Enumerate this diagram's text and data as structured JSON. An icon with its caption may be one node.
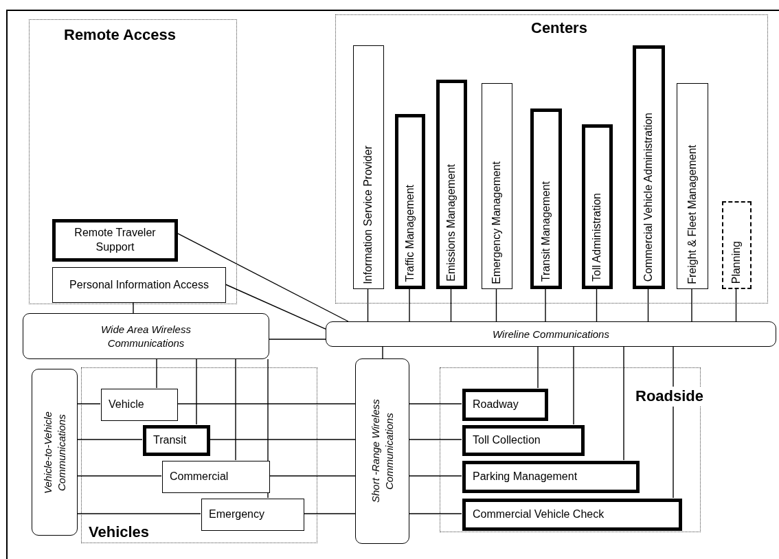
{
  "diagram": {
    "nodes": [
      {
        "text": [
          "Remote Access"
        ]
      },
      {
        "text": [
          "Remote Traveler Support"
        ],
        "in": 0
      },
      {
        "text": [
          "Personal Information Access"
        ],
        "in": 0
      },
      {
        "text": [
          "Centers"
        ]
      },
      {
        "text": [
          "Information Service Provider"
        ],
        "in": 3
      },
      {
        "text": [
          "Traffic Management"
        ],
        "in": 3
      },
      {
        "text": [
          "Emissions Management"
        ],
        "in": 3
      },
      {
        "text": [
          "Emergency Management"
        ],
        "in": 3
      },
      {
        "text": [
          "Transit Management"
        ],
        "in": 3
      },
      {
        "text": [
          "Toll Administration"
        ],
        "in": 3
      },
      {
        "text": [
          "Commercial Vehicle Administration"
        ],
        "in": 3
      },
      {
        "text": [
          "Freight & Fleet Management"
        ],
        "in": 3
      },
      {
        "text": [
          "Planning"
        ],
        "in": 3
      },
      {
        "text": [
          "Wide Area Wireless Communications"
        ]
      },
      {
        "text": [
          "Wireline Communications"
        ]
      },
      {
        "text": [
          "Vehicle-to-Vehicle Communications"
        ]
      },
      {
        "text": [
          "Vehicles"
        ]
      },
      {
        "text": [
          "Vehicle"
        ],
        "in": 16
      },
      {
        "text": [
          "Transit"
        ],
        "in": 16
      },
      {
        "text": [
          "Commercial"
        ],
        "in": 16
      },
      {
        "text": [
          "Emergency"
        ],
        "in": 16
      },
      {
        "text": [
          "Short -Range Wireless Communications"
        ]
      },
      {
        "text": [
          "Roadside"
        ]
      },
      {
        "text": [
          "Roadway"
        ],
        "in": 22
      },
      {
        "text": [
          "Toll Collection"
        ],
        "in": 22
      },
      {
        "text": [
          "Parking Management"
        ],
        "in": 22
      },
      {
        "text": [
          "Commercial Vehicle Check"
        ],
        "in": 22
      }
    ],
    "edges": [
      {
        "from": 1,
        "to": 14,
        "arrow": "none"
      },
      {
        "from": 2,
        "to": 14,
        "arrow": "none"
      },
      {
        "from": 2,
        "to": 13,
        "arrow": "none"
      },
      {
        "from": 13,
        "to": 14,
        "arrow": "none"
      },
      {
        "from": 4,
        "to": 14,
        "arrow": "none"
      },
      {
        "from": 5,
        "to": 14,
        "arrow": "none"
      },
      {
        "from": 6,
        "to": 14,
        "arrow": "none"
      },
      {
        "from": 7,
        "to": 14,
        "arrow": "none"
      },
      {
        "from": 8,
        "to": 14,
        "arrow": "none"
      },
      {
        "from": 9,
        "to": 14,
        "arrow": "none"
      },
      {
        "from": 10,
        "to": 14,
        "arrow": "none"
      },
      {
        "from": 11,
        "to": 14,
        "arrow": "none"
      },
      {
        "from": 12,
        "to": 14,
        "arrow": "none"
      },
      {
        "from": 13,
        "to": 17,
        "arrow": "none"
      },
      {
        "from": 13,
        "to": 18,
        "arrow": "none"
      },
      {
        "from": 13,
        "to": 19,
        "arrow": "none"
      },
      {
        "from": 13,
        "to": 20,
        "arrow": "none"
      },
      {
        "from": 15,
        "to": 17,
        "arrow": "none"
      },
      {
        "from": 15,
        "to": 18,
        "arrow": "none"
      },
      {
        "from": 15,
        "to": 19,
        "arrow": "none"
      },
      {
        "from": 15,
        "to": 20,
        "arrow": "none"
      },
      {
        "from": 17,
        "to": 21,
        "arrow": "none"
      },
      {
        "from": 18,
        "to": 21,
        "arrow": "none"
      },
      {
        "from": 19,
        "to": 21,
        "arrow": "none"
      },
      {
        "from": 20,
        "to": 21,
        "arrow": "none"
      },
      {
        "from": 21,
        "to": 23,
        "arrow": "none"
      },
      {
        "from": 21,
        "to": 24,
        "arrow": "none"
      },
      {
        "from": 21,
        "to": 25,
        "arrow": "none"
      },
      {
        "from": 21,
        "to": 26,
        "arrow": "none"
      },
      {
        "from": 14,
        "to": 21,
        "arrow": "none"
      },
      {
        "from": 14,
        "to": 23,
        "arrow": "none"
      },
      {
        "from": 14,
        "to": 24,
        "arrow": "none"
      },
      {
        "from": 14,
        "to": 25,
        "arrow": "none"
      },
      {
        "from": 14,
        "to": 26,
        "arrow": "none"
      }
    ]
  }
}
